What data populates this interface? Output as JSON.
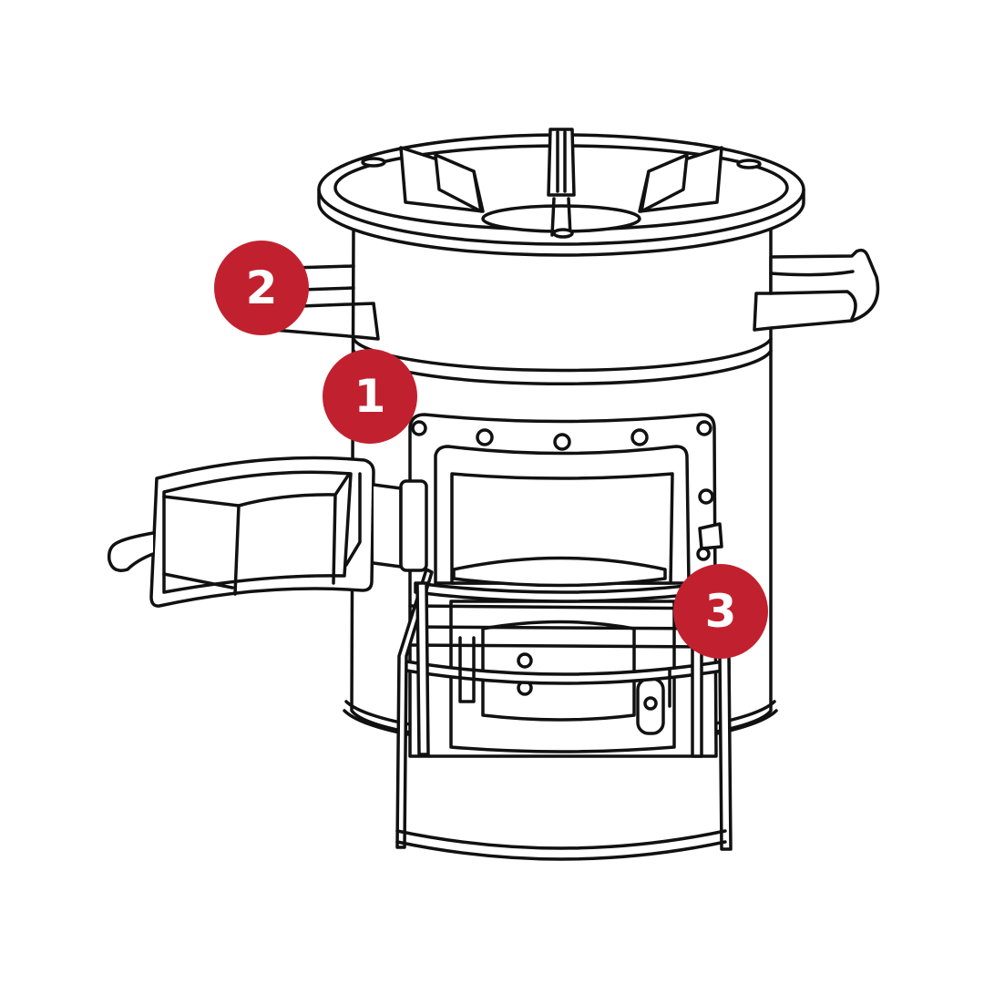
{
  "diagram": {
    "subject": "cookstove",
    "callouts": [
      {
        "label": "1"
      },
      {
        "label": "2"
      },
      {
        "label": "3"
      }
    ]
  },
  "colors": {
    "badge": "#C1212F",
    "line": "#111111",
    "background": "#FFFFFF"
  }
}
